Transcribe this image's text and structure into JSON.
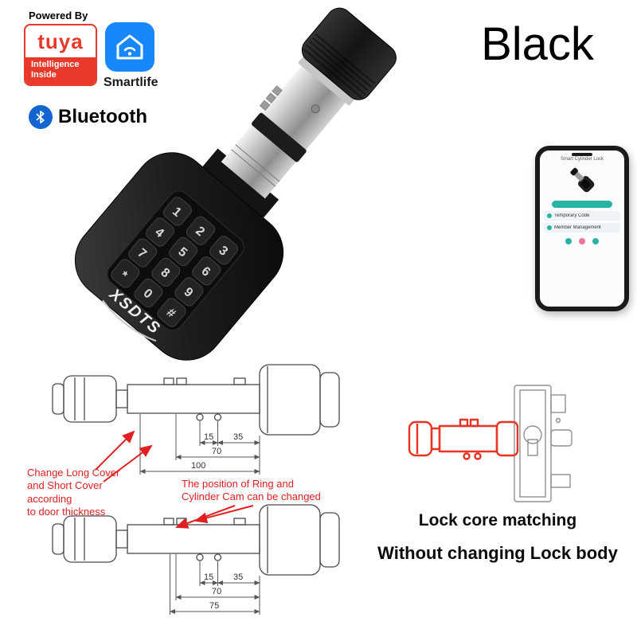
{
  "header": {
    "powered_by": "Powered By",
    "tuya_name": "tuya",
    "tuya_tagline": "Intelligence\nInside",
    "smartlife_label": "Smartlife",
    "bluetooth_label": "Bluetooth",
    "color_label": "Black"
  },
  "product": {
    "brand": "XSDTS",
    "keypad_keys": [
      "1",
      "2",
      "3",
      "4",
      "5",
      "6",
      "7",
      "8",
      "9",
      "*",
      "0",
      "#"
    ]
  },
  "phone": {
    "app_title": "Smart Cylinder Lock",
    "menu_items": [
      "Temporary Code",
      "Member Management"
    ]
  },
  "diagram_top": {
    "dims": [
      "15",
      "35",
      "70",
      "100"
    ]
  },
  "diagram_bottom": {
    "dims": [
      "15",
      "35",
      "70",
      "75"
    ]
  },
  "annotations": {
    "left_note": "Change Long Cover\nand Short Cover\naccording\nto door thickness",
    "right_note": "The position of Ring and\nCylinder Cam can be changed"
  },
  "caption": {
    "line1": "Lock core matching",
    "line2": "Without changing Lock body"
  },
  "colors": {
    "tuya_red": "#e8392a",
    "smartlife_blue": "#1787fb",
    "bluetooth_blue": "#1464d2",
    "annotation_red": "#e02020",
    "core_red": "#e63324",
    "app_teal": "#27b4a4"
  }
}
